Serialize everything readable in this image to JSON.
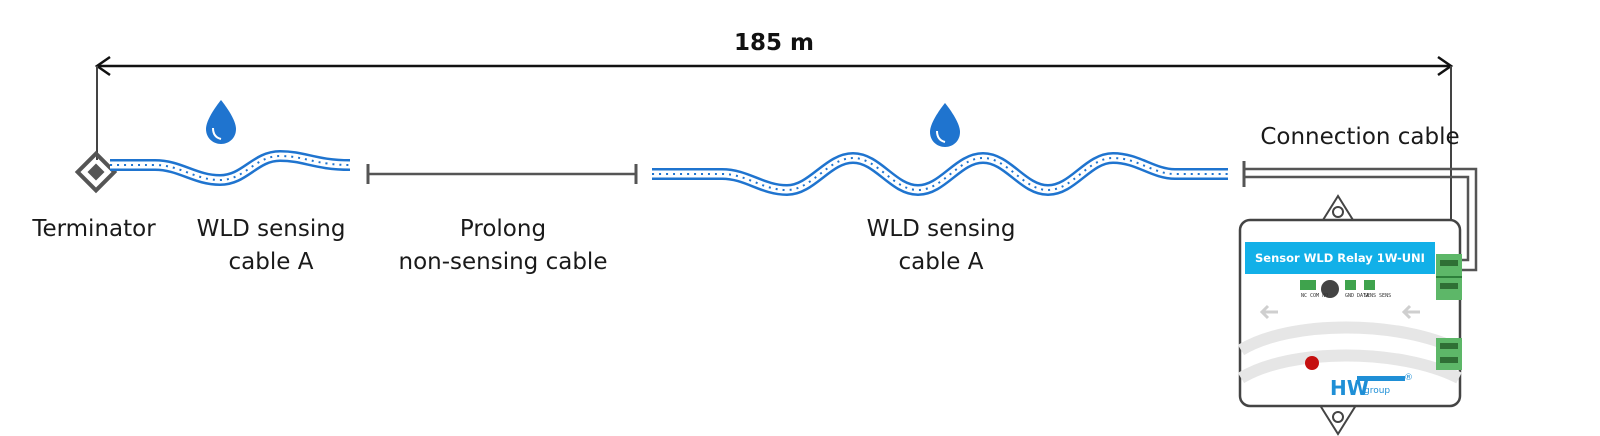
{
  "distance": {
    "value": "185 m"
  },
  "labels": {
    "terminator": "Terminator",
    "sensing_a_line1": "WLD sensing",
    "sensing_a_line2": "cable A",
    "prolong_line1": "Prolong",
    "prolong_line2": "non-sensing cable",
    "sensing_b_line1": "WLD sensing",
    "sensing_b_line2": "cable A",
    "connection": "Connection cable"
  },
  "device": {
    "title": "Sensor WLD Relay 1W-UNI",
    "brand": "HW",
    "brand_sub": "group",
    "brand_mark": "®"
  },
  "icons": [
    "water-drop-icon",
    "terminator-icon",
    "arrow-left-icon",
    "led-indicator-icon"
  ],
  "colors": {
    "cable_blue": "#1f74cf",
    "device_header": "#12b0e8",
    "terminal_green": "#5db768",
    "led_red": "#c51010",
    "line_gray": "#555555"
  }
}
